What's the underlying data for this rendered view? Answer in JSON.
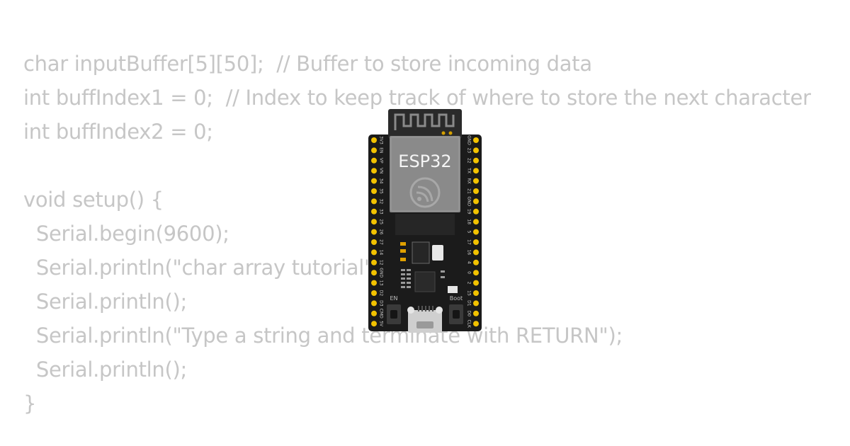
{
  "code": {
    "lines": [
      "char inputBuffer[5][50];  // Buffer to store incoming data",
      "int buffIndex1 = 0;  // Index to keep track of where to store the next character",
      "int buffIndex2 = 0;",
      "",
      "void setup() {",
      "  Serial.begin(9600);",
      "  Serial.println(\"char array tutorial\");",
      "  Serial.println();",
      "  Serial.println(\"Type a string and terminate with RETURN\");",
      "  Serial.println();",
      "}"
    ]
  },
  "board": {
    "module_label": "ESP32",
    "button_en_label": "EN",
    "button_boot_label": "Boot",
    "left_pins": [
      "3V3",
      "EN",
      "VP",
      "VN",
      "34",
      "35",
      "32",
      "33",
      "25",
      "26",
      "27",
      "14",
      "12",
      "GND",
      "13",
      "D2",
      "D3",
      "CMD",
      "5V"
    ],
    "right_pins": [
      "GND",
      "23",
      "22",
      "TX",
      "RX",
      "21",
      "GND",
      "19",
      "18",
      "5",
      "17",
      "16",
      "4",
      "0",
      "2",
      "15",
      "D1",
      "D0",
      "CLK"
    ],
    "colors": {
      "pcb": "#1b1b1b",
      "module_shield": "#8a8a8a",
      "header_pin": "#f2c200",
      "led": "#e0a000"
    }
  }
}
